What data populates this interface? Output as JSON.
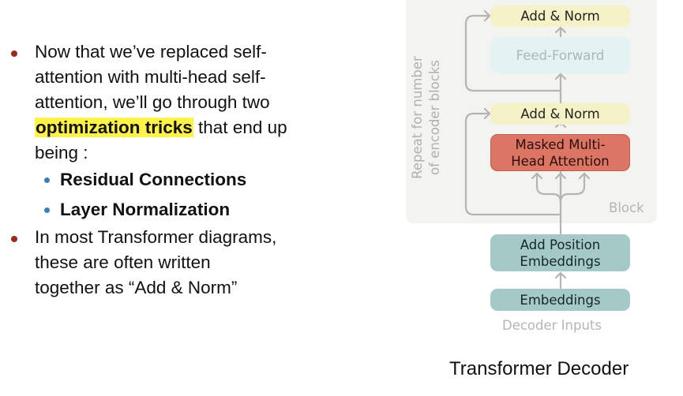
{
  "bullets": {
    "item1": {
      "line1": "Now that we’ve replaced self-",
      "line2": "attention with multi-head self-",
      "line3": "attention, we’ll go through two",
      "highlight": "optimization tricks",
      "line4_rest": " that end up",
      "line5": "being :"
    },
    "sub": [
      "Residual Connections",
      "Layer Normalization"
    ],
    "item2": {
      "line1": "In most Transformer diagrams,",
      "line2": "these are often written",
      "line3": "together as “Add & Norm”"
    }
  },
  "diagram": {
    "repeat_label_line1": "Repeat  for number",
    "repeat_label_line2": "of encoder blocks",
    "block_label": "Block",
    "add_norm_top": "Add & Norm",
    "feed_forward": "Feed-Forward",
    "add_norm_mid": "Add & Norm",
    "masked_line1": "Masked Multi-",
    "masked_line2": "Head Attention",
    "pos_line1": "Add Position",
    "pos_line2": "Embeddings",
    "embeddings": "Embeddings",
    "inputs": "Decoder Inputs",
    "caption": "Transformer Decoder"
  },
  "colors": {
    "bullet": "#9c2a20",
    "subbullet": "#3a7fb5",
    "highlight": "#fff34a",
    "add_norm": "#f4f2c6",
    "feed_forward": "#e3f3f4",
    "masked_attention": "#dd7565",
    "embeddings": "#a5c9c7",
    "repeat_background": "#f3f3ef"
  }
}
